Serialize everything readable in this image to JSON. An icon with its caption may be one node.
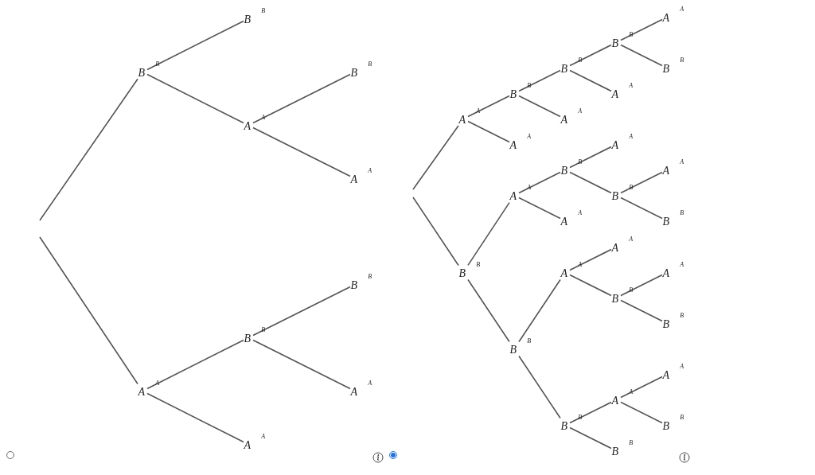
{
  "diagram": {
    "nodes": [
      {
        "text": [
          "B$^{B}$"
        ]
      },
      {
        "text": [
          "B$^{B}$"
        ]
      },
      {
        "text": [
          "A$^{A}$"
        ]
      },
      {
        "text": [
          "B$^{B}$"
        ]
      },
      {
        "text": [
          "A$^{A}$"
        ]
      },
      {
        "text": [
          "A$^{A}$"
        ]
      },
      {
        "text": [
          "B$^{B}$"
        ]
      },
      {
        "text": [
          "B$^{B}$"
        ]
      },
      {
        "text": [
          "A$^{A}$"
        ]
      },
      {
        "text": [
          "A$^{A}$"
        ]
      },
      {
        "text": [
          "A$^{A}$"
        ]
      },
      {
        "text": [
          "B$^{B}$"
        ]
      },
      {
        "text": [
          "B$^{B}$"
        ]
      },
      {
        "text": [
          "B$^{B}$"
        ]
      },
      {
        "text": [
          "A$^{A}$"
        ]
      },
      {
        "text": [
          "B$^{B}$"
        ]
      },
      {
        "text": [
          "A$^{A}$"
        ]
      },
      {
        "text": [
          "A$^{A}$"
        ]
      },
      {
        "text": [
          "A$^{A}$"
        ]
      },
      {
        "text": [
          "B$^{B}$"
        ]
      },
      {
        "text": [
          "A$^{A}$"
        ]
      },
      {
        "text": [
          "B$^{B}$"
        ]
      },
      {
        "text": [
          "A$^{A}$"
        ]
      },
      {
        "text": [
          "B$^{B}$"
        ]
      },
      {
        "text": [
          "A$^{A}$"
        ]
      },
      {
        "text": [
          "B$^{B}$"
        ]
      },
      {
        "text": [
          "A$^{A}$"
        ]
      },
      {
        "text": [
          "B$^{B}$"
        ]
      },
      {
        "text": [
          "A$^{A}$"
        ]
      },
      {
        "text": [
          "A$^{A}$"
        ]
      },
      {
        "text": [
          "B$^{B}$"
        ]
      },
      {
        "text": [
          "A$^{A}$"
        ]
      },
      {
        "text": [
          "B$^{B}$"
        ]
      },
      {
        "text": [
          "B$^{B}$"
        ]
      },
      {
        "text": [
          "A$^{A}$"
        ]
      },
      {
        "text": [
          "A$^{A}$"
        ]
      },
      {
        "text": [
          "B$^{B}$"
        ]
      },
      {
        "text": [
          "B$^{B}$"
        ]
      }
    ],
    "edges": [
      {
        "from": null,
        "to": 0,
        "arrow": "none"
      },
      {
        "from": null,
        "to": 5,
        "arrow": "none"
      },
      {
        "from": 0,
        "to": 1,
        "arrow": "none"
      },
      {
        "from": 0,
        "to": 2,
        "arrow": "none"
      },
      {
        "from": 2,
        "to": 3,
        "arrow": "none"
      },
      {
        "from": 2,
        "to": 4,
        "arrow": "none"
      },
      {
        "from": 5,
        "to": 6,
        "arrow": "none"
      },
      {
        "from": 5,
        "to": 9,
        "arrow": "none"
      },
      {
        "from": 6,
        "to": 7,
        "arrow": "none"
      },
      {
        "from": 6,
        "to": 8,
        "arrow": "none"
      },
      {
        "from": null,
        "to": 10,
        "arrow": "none"
      },
      {
        "from": null,
        "to": 19,
        "arrow": "none"
      },
      {
        "from": 10,
        "to": 11,
        "arrow": "none"
      },
      {
        "from": 10,
        "to": 18,
        "arrow": "none"
      },
      {
        "from": 11,
        "to": 12,
        "arrow": "none"
      },
      {
        "from": 11,
        "to": 17,
        "arrow": "none"
      },
      {
        "from": 12,
        "to": 13,
        "arrow": "none"
      },
      {
        "from": 12,
        "to": 16,
        "arrow": "none"
      },
      {
        "from": 13,
        "to": 14,
        "arrow": "none"
      },
      {
        "from": 13,
        "to": 15,
        "arrow": "none"
      },
      {
        "from": 19,
        "to": 20,
        "arrow": "none"
      },
      {
        "from": 19,
        "to": 27,
        "arrow": "none"
      },
      {
        "from": 20,
        "to": 21,
        "arrow": "none"
      },
      {
        "from": 20,
        "to": 26,
        "arrow": "none"
      },
      {
        "from": 21,
        "to": 22,
        "arrow": "none"
      },
      {
        "from": 21,
        "to": 23,
        "arrow": "none"
      },
      {
        "from": 23,
        "to": 24,
        "arrow": "none"
      },
      {
        "from": 23,
        "to": 25,
        "arrow": "none"
      },
      {
        "from": 27,
        "to": 28,
        "arrow": "none"
      },
      {
        "from": 27,
        "to": 33,
        "arrow": "none"
      },
      {
        "from": 28,
        "to": 29,
        "arrow": "none"
      },
      {
        "from": 28,
        "to": 30,
        "arrow": "none"
      },
      {
        "from": 30,
        "to": 31,
        "arrow": "none"
      },
      {
        "from": 30,
        "to": 32,
        "arrow": "none"
      },
      {
        "from": 33,
        "to": 34,
        "arrow": "none"
      },
      {
        "from": 33,
        "to": 37,
        "arrow": "none"
      },
      {
        "from": 34,
        "to": 35,
        "arrow": "none"
      },
      {
        "from": 34,
        "to": 36,
        "arrow": "none"
      }
    ]
  }
}
